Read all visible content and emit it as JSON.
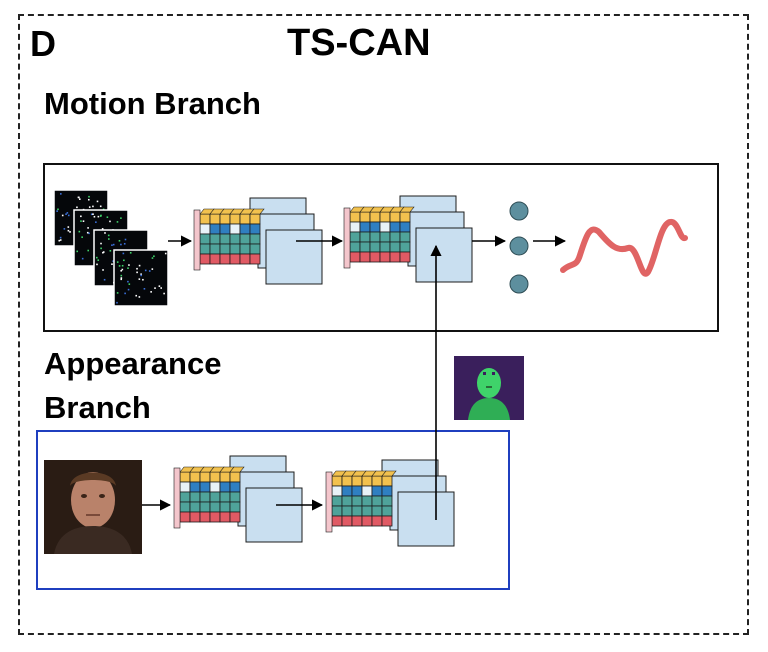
{
  "panel": {
    "letter": "D",
    "title": "TS-CAN"
  },
  "motion": {
    "label": "Motion Branch"
  },
  "appearance": {
    "label": "Appearance Branch"
  },
  "colors": {
    "frame": "#222222",
    "motion_box": "#111111",
    "appearance_box": "#1f3fbf",
    "feature_map": "#c9dff0",
    "output_node": "#5d8f9e",
    "signal": "#e06464",
    "attention_bg": "#3a1f5c",
    "attention_face": "#3fd36a",
    "cube_yellow": "#f2c14e",
    "cube_blue": "#2f7fc1",
    "cube_teal": "#4fa39a",
    "cube_red": "#e05a64",
    "cube_light": "#e8f2f8"
  },
  "icons": [
    "motion-frames-icon",
    "cnn-block-icon",
    "output-nodes-icon",
    "pulse-signal-icon",
    "attention-mask-icon",
    "face-photo-icon"
  ]
}
